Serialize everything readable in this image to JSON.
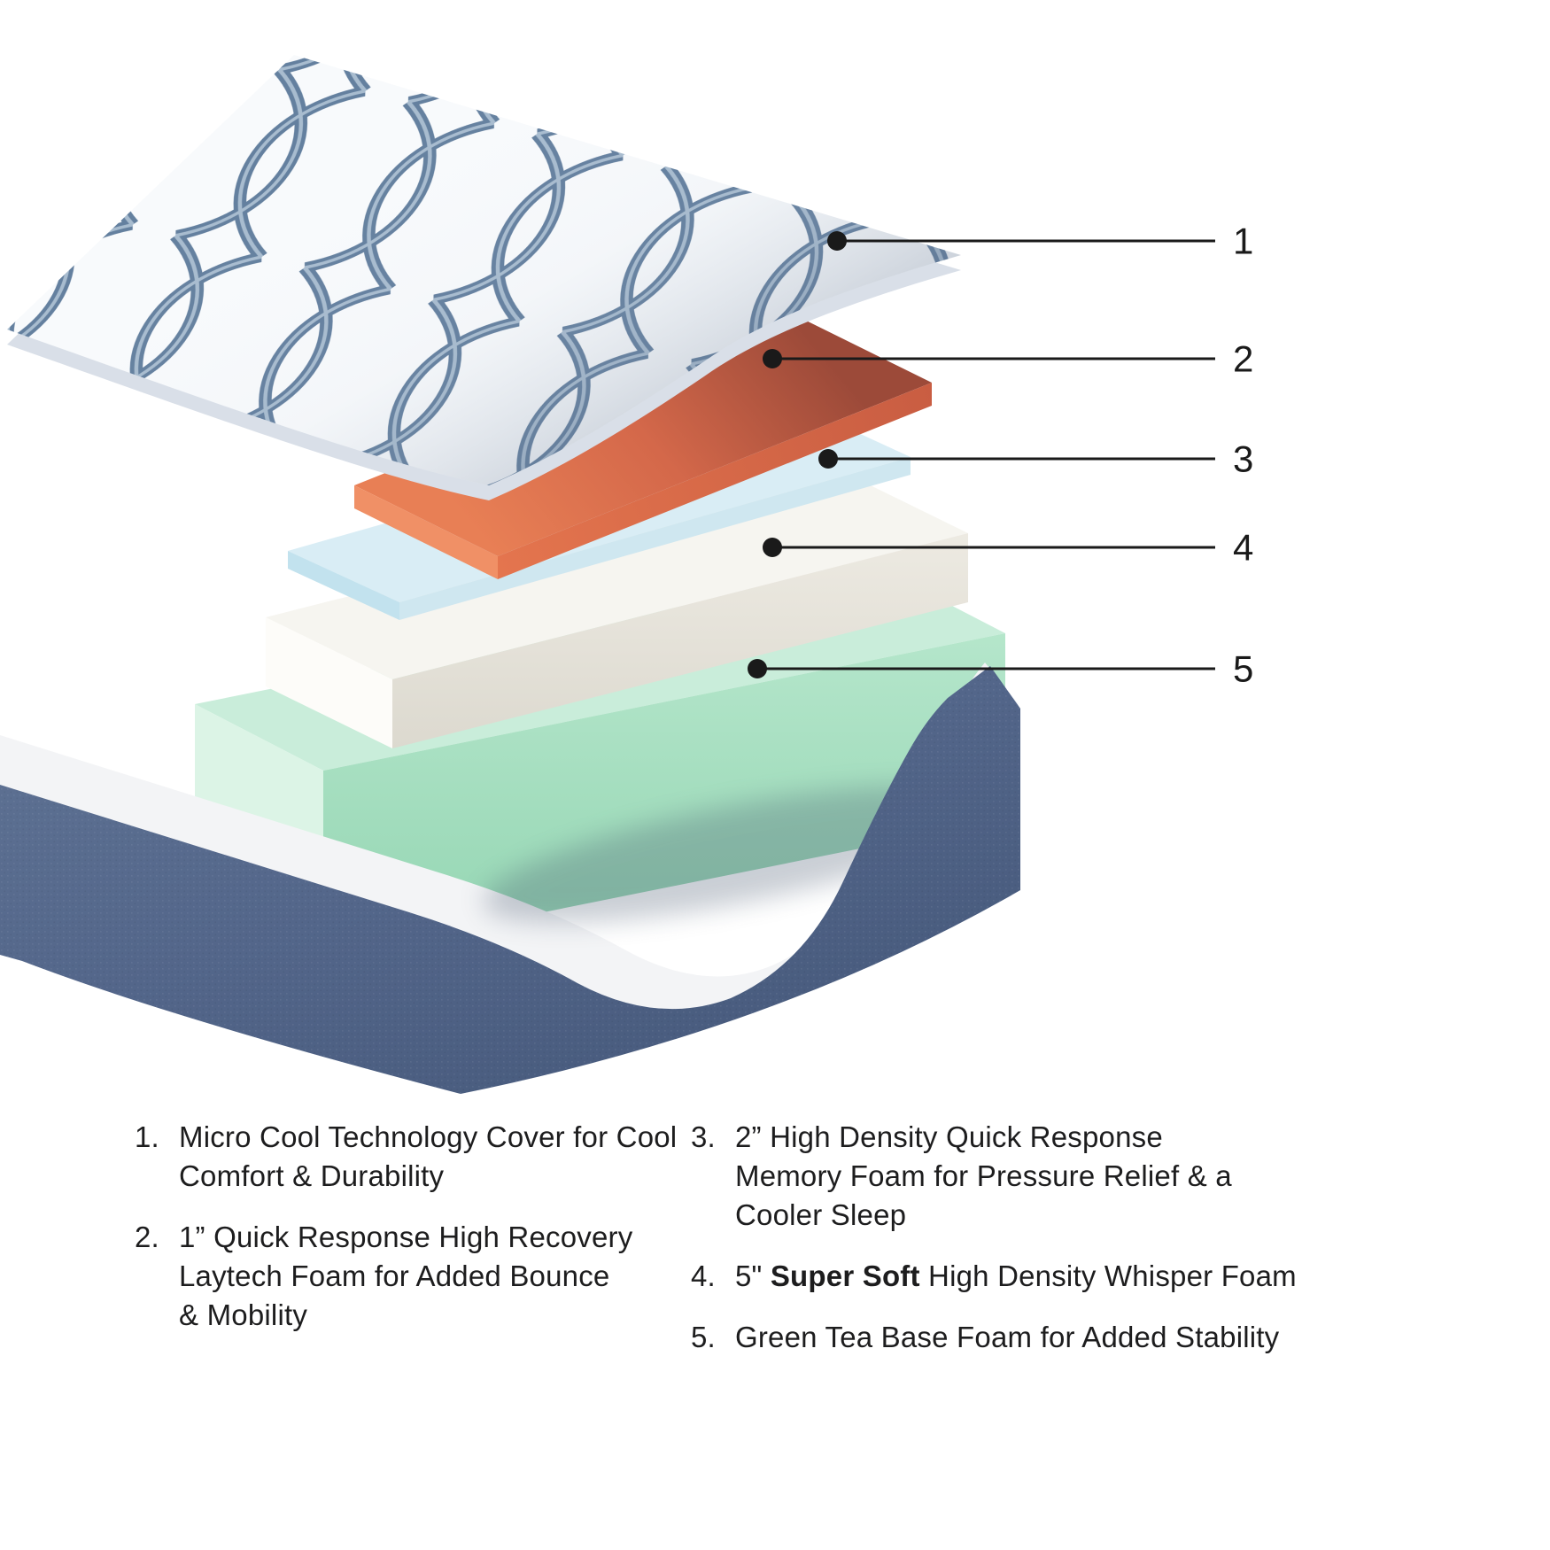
{
  "callouts": {
    "labels": [
      "1",
      "2",
      "3",
      "4",
      "5"
    ]
  },
  "colors": {
    "memory_foam_blue": "#d9edf5",
    "whisper_foam_white": "#f6f5f0",
    "base_foam_green": "#c9edda",
    "latex_foam_orange": "#e0714c",
    "denim_base_blue": "#56688a",
    "cover_pattern_blue": "#64809f",
    "callout_ink": "#1a1a1a"
  },
  "legend": {
    "left": [
      {
        "num": "1.",
        "text": "Micro Cool Technology Cover for Cool\nComfort & Durability"
      },
      {
        "num": "2.",
        "text": "1” Quick Response High Recovery\nLaytech Foam for Added Bounce\n& Mobility"
      }
    ],
    "right": [
      {
        "num": "3.",
        "text": "2” High Density Quick Response\nMemory Foam for Pressure Relief & a\nCooler Sleep"
      },
      {
        "num": "4.",
        "prefix": "5\" ",
        "bold": "Super Soft",
        "suffix": " High Density Whisper Foam"
      },
      {
        "num": "5.",
        "text": "Green Tea Base Foam for Added Stability"
      }
    ]
  }
}
